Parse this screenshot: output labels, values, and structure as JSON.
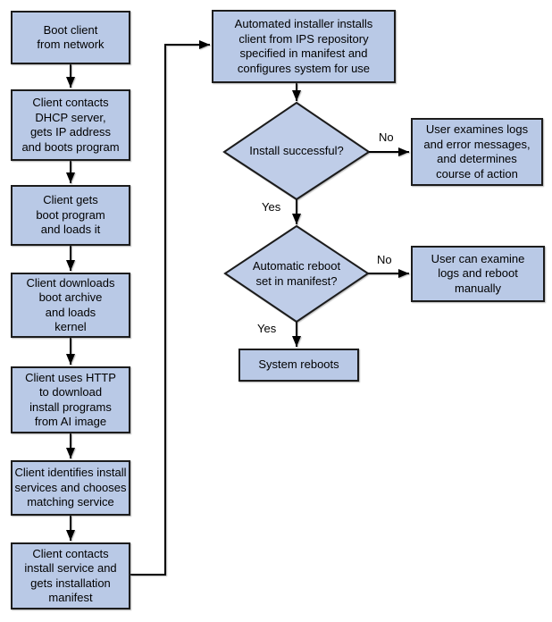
{
  "flow": {
    "steps": [
      {
        "label": "Boot client\nfrom network"
      },
      {
        "label": "Client contacts\nDHCP server,\ngets IP address\nand boots program"
      },
      {
        "label": "Client gets\nboot program\nand loads it"
      },
      {
        "label": "Client downloads\nboot archive\nand loads\nkernel"
      },
      {
        "label": "Client uses HTTP\nto download\ninstall programs\nfrom AI image"
      },
      {
        "label": "Client identifies install\nservices and chooses\nmatching service"
      },
      {
        "label": "Client contacts\ninstall service and\ngets installation\nmanifest"
      }
    ],
    "installer_box": {
      "label": "Automated installer installs\nclient from IPS repository\nspecified in manifest and\nconfigures system for use"
    },
    "decision_install": {
      "label": "Install successful?",
      "yes_label": "Yes",
      "no_label": "No"
    },
    "install_fail_box": {
      "label": "User examines logs\nand error messages,\nand determines\ncourse of action"
    },
    "decision_reboot": {
      "label": "Automatic reboot\nset in manifest?",
      "yes_label": "Yes",
      "no_label": "No"
    },
    "reboot_fail_box": {
      "label": "User can examine\nlogs and reboot\nmanually"
    },
    "reboot_box": {
      "label": "System reboots"
    },
    "colors": {
      "node_fill": "#b9c9e6",
      "diamond_fill": "#bfcde8",
      "node_border": "#1c1c1c",
      "connector": "#000000",
      "background": "#ffffff",
      "text": "#000000"
    }
  }
}
